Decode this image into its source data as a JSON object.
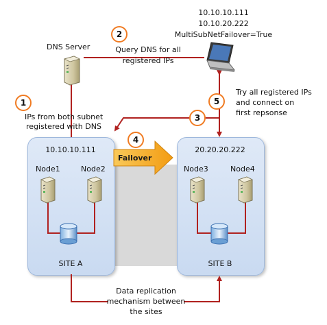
{
  "laptop": {
    "ip1": "10.10.10.111",
    "ip2": "10.10.20.222",
    "setting": "MultiSubNetFailover=True"
  },
  "dns_server": {
    "label": "DNS Server"
  },
  "steps": [
    {
      "number": "1",
      "text_lines": [
        "IPs from both subnet",
        "registered with DNS"
      ]
    },
    {
      "number": "2",
      "text_lines": [
        "Query DNS for all",
        "registered IPs"
      ]
    },
    {
      "number": "3",
      "text_lines": []
    },
    {
      "number": "4",
      "text_lines": [
        "Failover"
      ]
    },
    {
      "number": "5",
      "text_lines": [
        "Try all registered IPs",
        "and connect on",
        "first repsonse"
      ]
    }
  ],
  "site_a": {
    "ip": "10.10.10.111",
    "node1": "Node1",
    "node2": "Node2",
    "name": "SITE A"
  },
  "site_b": {
    "ip": "20.20.20.222",
    "node3": "Node3",
    "node4": "Node4",
    "name": "SITE B"
  },
  "replication": {
    "lines": [
      "Data replication",
      "mechanism between",
      "the sites"
    ]
  },
  "colors": {
    "connector": "#b0211f",
    "step_ring": "#f07b22",
    "failover_arrow": "#f6b52c",
    "site_fill": "#d3e1f4"
  }
}
